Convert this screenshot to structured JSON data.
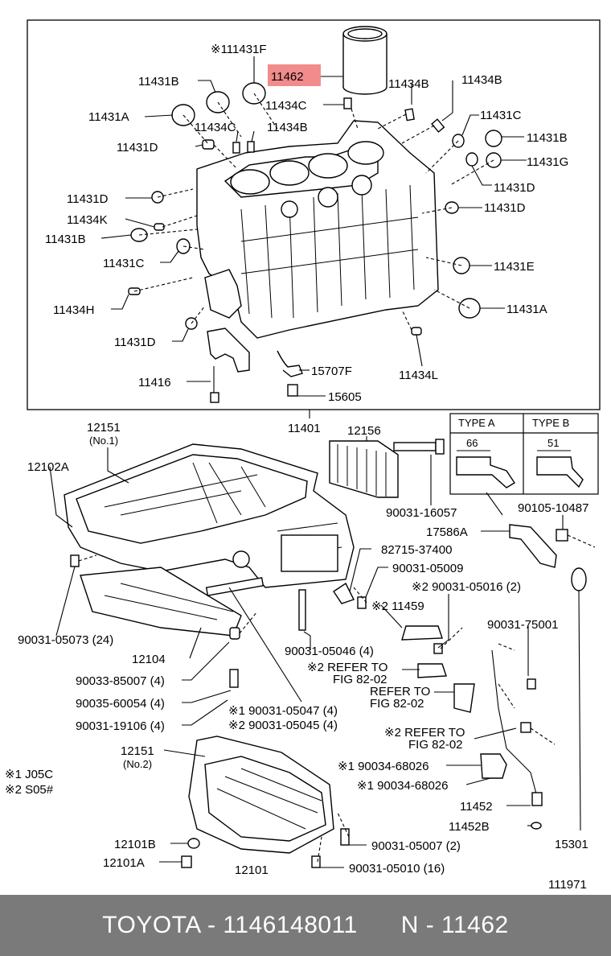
{
  "labels": {
    "l11431F": "※111431F",
    "l11462": "11462",
    "l11431B_a": "11431B",
    "l11434B_a": "11434B",
    "l11434B_b": "11434B",
    "l11434C_a": "11434C",
    "l11431A_a": "11431A",
    "l11434C_b": "11434C",
    "l11434B_c": "11434B",
    "l11431C_a": "11431C",
    "l11431D_a": "11431D",
    "l11431B_b": "11431B",
    "l11431G": "11431G",
    "l11431D_b": "11431D",
    "l11431D_c": "11431D",
    "l11431D_d": "11431D",
    "l11434K": "11434K",
    "l11431B_c": "11431B",
    "l11431C_b": "11431C",
    "l11431E": "11431E",
    "l11434H": "11434H",
    "l11431A_b": "11431A",
    "l11431D_e": "11431D",
    "l11434L": "11434L",
    "l11416": "11416",
    "l15707F": "15707F",
    "l15605": "15605",
    "l11401": "11401",
    "l12151_1": "12151",
    "l12151_1s": "(No.1)",
    "l12156": "12156",
    "l12102A": "12102A",
    "l90031_16057": "90031-16057",
    "l17586A": "17586A",
    "l90105_10487": "90105-10487",
    "l82715_37400": "82715-37400",
    "l90031_05009": "90031-05009",
    "l90031_05016": "※2 90031-05016 (2)",
    "l11459": "※2 11459",
    "l90031_05073": "90031-05073 (24)",
    "l12104": "12104",
    "l90031_05046": "90031-05046 (4)",
    "l90031_75001": "90031-75001",
    "lrefer1a": "※2 REFER TO",
    "lrefer1b": "FIG 82-02",
    "l90033_85007": "90033-85007 (4)",
    "lrefer2a": "REFER TO",
    "lrefer2b": "FIG 82-02",
    "l90035_60054": "90035-60054 (4)",
    "l90031_05047": "※1  90031-05047 (4)",
    "l90031_19106": "90031-19106 (4)",
    "l90031_05045": "※2  90031-05045 (4)",
    "lrefer3a": "※2 REFER TO",
    "lrefer3b": "FIG 82-02",
    "l12151_2": "12151",
    "l12151_2s": "(No.2)",
    "l90034_68026_a": "※1 90034-68026",
    "lJ05C": "※1 J05C",
    "lS05": "※2 S05#",
    "l90034_68026_b": "※1  90034-68026",
    "l11452": "11452",
    "l11452B": "11452B",
    "l12101B": "12101B",
    "l90031_05007": "90031-05007 (2)",
    "l15301": "15301",
    "l12101A": "12101A",
    "l12101": "12101",
    "l90031_05010": "90031-05010 (16)",
    "l111971": "111971",
    "typeA": "TYPE   A",
    "typeB": "TYPE   B",
    "dim66": "66",
    "dim51": "51"
  },
  "highlight": {
    "part": "11462",
    "color": "#f28b8b"
  },
  "footer": {
    "brand": "TOYOTA - 1146148011",
    "ref": "N - 11462",
    "background": "#7a7a7a"
  }
}
